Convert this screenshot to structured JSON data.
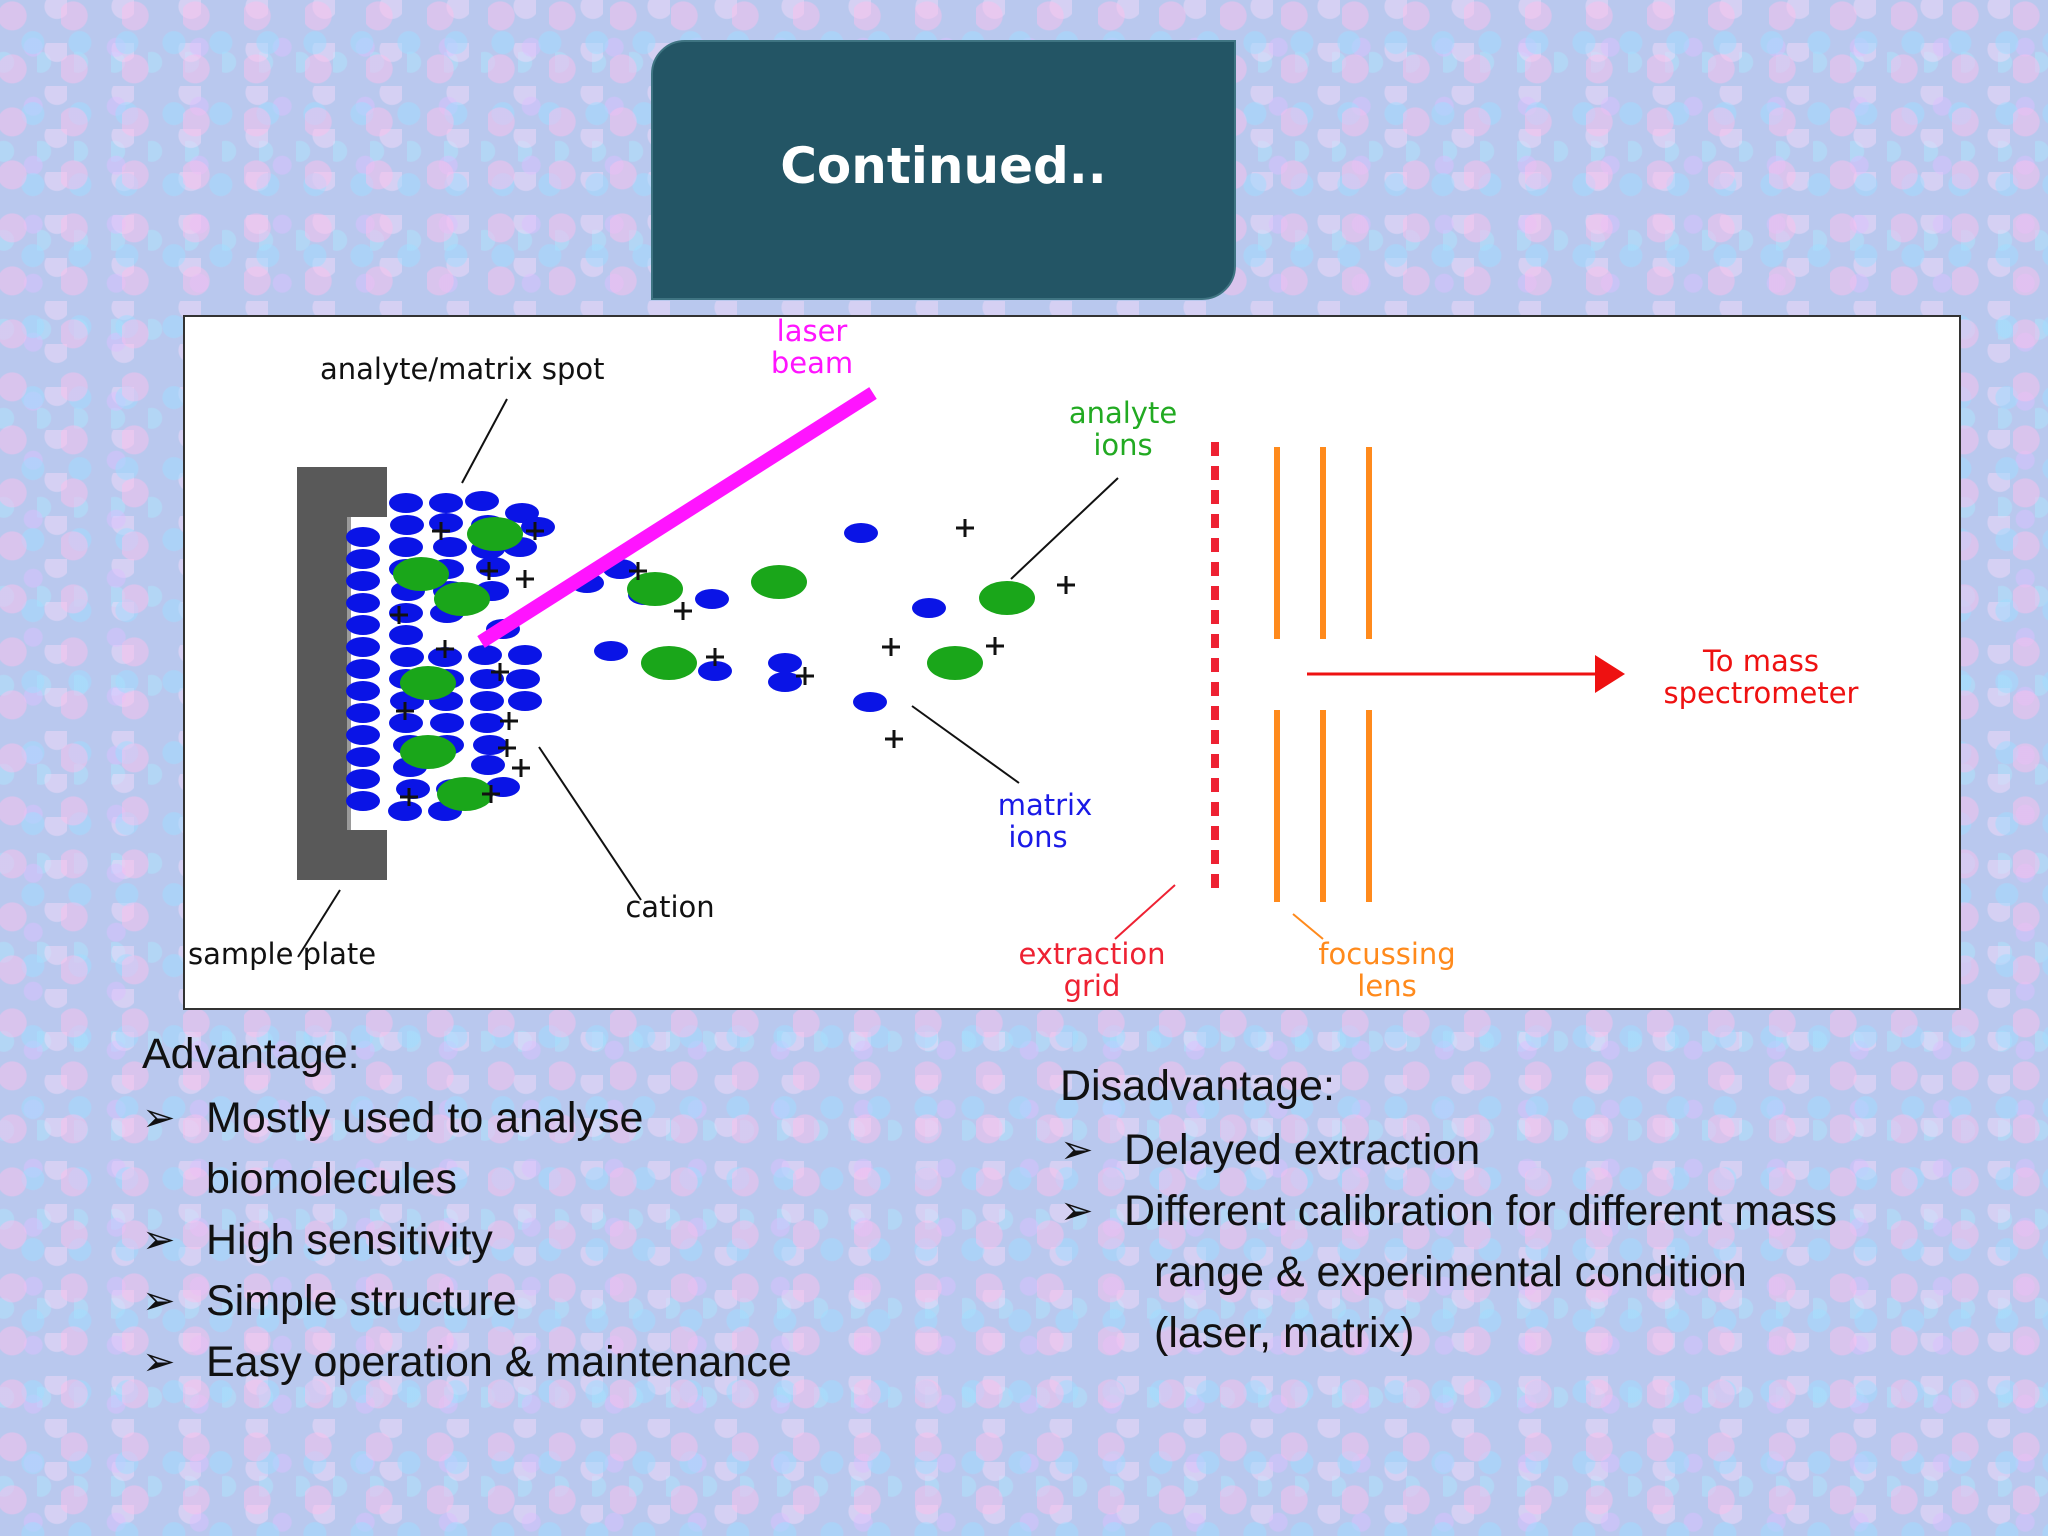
{
  "title": "Continued..",
  "diagram": {
    "labels": {
      "analyte_matrix_spot": "analyte/matrix spot",
      "laser_beam_1": "laser",
      "laser_beam_2": "beam",
      "analyte_ions_1": "analyte",
      "analyte_ions_2": "ions",
      "to_mass_1": "To mass",
      "to_mass_2": "spectrometer",
      "matrix_ions_1": "matrix",
      "matrix_ions_2": "ions",
      "cation": "cation",
      "sample_plate": "sample plate",
      "extraction_grid_1": "extraction",
      "extraction_grid_2": "grid",
      "focussing_lens_1": "focussing",
      "focussing_lens_2": "lens"
    },
    "colors": {
      "matrix": "#0a14e6",
      "analyte": "#1aa61a",
      "laser": "#ff14ff",
      "extraction": "#ee2233",
      "lens": "#ff8a1c",
      "plate": "#595959"
    }
  },
  "advantage": {
    "heading": "Advantage:",
    "items": [
      [
        "Mostly used to analyse",
        "biomolecules"
      ],
      [
        " High sensitivity"
      ],
      [
        " Simple structure"
      ],
      [
        "Easy operation & maintenance"
      ]
    ]
  },
  "disadvantage": {
    "heading": "Disadvantage:",
    "items": [
      [
        "Delayed extraction"
      ],
      [
        " Different calibration for different mass",
        "range & experimental condition",
        "(laser, matrix)"
      ]
    ]
  },
  "bullet_icon": "arrowhead-bullet-icon"
}
